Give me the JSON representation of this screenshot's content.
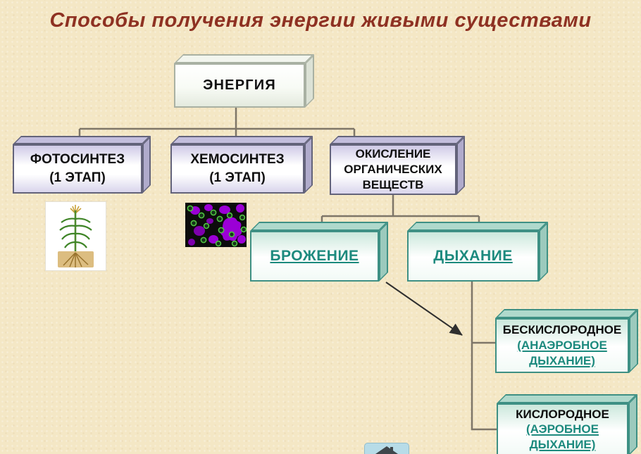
{
  "title": "Способы получения энергии живыми существами",
  "colors": {
    "background": "#F4E7C5",
    "title_text": "#8E3122",
    "link_teal": "#1D8A7E",
    "connector": "#7E7668",
    "arrow": "#2F2F2F",
    "lavender_border": "#63637A",
    "teal_border": "#3E9084"
  },
  "diagram": {
    "root": {
      "label": "ЭНЕРГИЯ"
    },
    "branches": [
      {
        "id": "photosynthesis",
        "lines": [
          "ФОТОСИНТЕЗ",
          "(1 ЭТАП)"
        ]
      },
      {
        "id": "chemosynthesis",
        "lines": [
          "ХЕМОСИНТЕЗ",
          "(1 ЭТАП)"
        ]
      },
      {
        "id": "oxidation",
        "lines": [
          "ОКИСЛЕНИЕ",
          "ОРГАНИЧЕСКИХ",
          "ВЕЩЕСТВ"
        ]
      }
    ],
    "oxidation_children": [
      {
        "id": "fermentation",
        "label": "БРОЖЕНИЕ"
      },
      {
        "id": "respiration",
        "label": "ДЫХАНИЕ"
      }
    ],
    "respiration_children": [
      {
        "id": "anaerobic",
        "title": "БЕСКИСЛОРОДНОЕ",
        "link_lines": [
          "(АНАЭРОБНОЕ",
          "ДЫХАНИЕ)"
        ]
      },
      {
        "id": "aerobic",
        "title": "КИСЛОРОДНОЕ",
        "link_lines": [
          "(АЭРОБНОЕ",
          "ДЫХАНИЕ)"
        ]
      }
    ],
    "images": [
      {
        "id": "plant",
        "name": "plant-illustration"
      },
      {
        "id": "microbes",
        "name": "microorganisms-micrograph"
      }
    ]
  },
  "nav": {
    "home_icon": "home-icon"
  }
}
